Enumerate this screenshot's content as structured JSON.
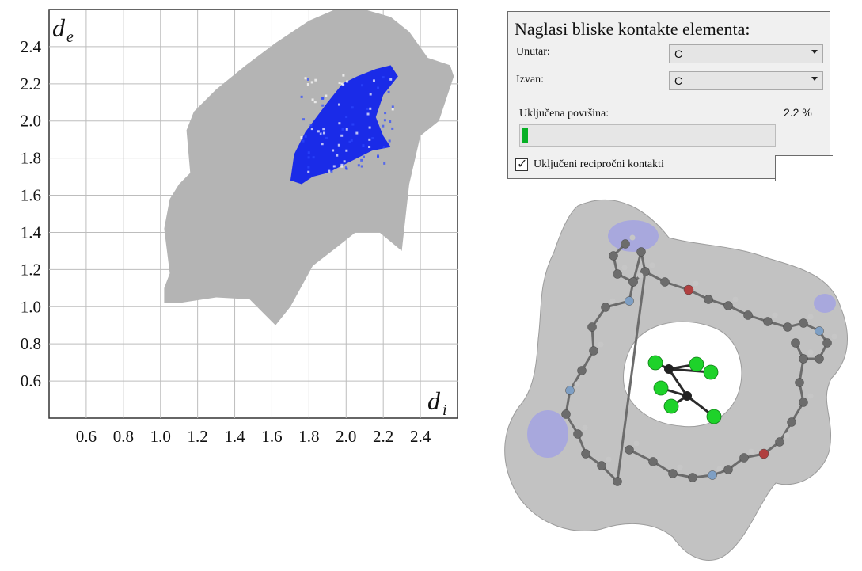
{
  "chart_data": {
    "type": "heatmap",
    "xlabel": "d",
    "xlabel_sub": "i",
    "ylabel": "d",
    "ylabel_sub": "e",
    "xlim": [
      0.4,
      2.6
    ],
    "ylim": [
      0.4,
      2.6
    ],
    "x_ticks": [
      "0.6",
      "0.8",
      "1.0",
      "1.2",
      "1.4",
      "1.6",
      "1.8",
      "2.0",
      "2.2",
      "2.4"
    ],
    "y_ticks": [
      "2.4",
      "2.2",
      "2.0",
      "1.8",
      "1.6",
      "1.4",
      "1.2",
      "1.0",
      "0.8",
      "0.6"
    ],
    "grid": true,
    "colors": {
      "full_fingerprint": "#b4b4b4",
      "highlight": "#1a2be8"
    },
    "full_region_polygon": [
      [
        1.02,
        1.02
      ],
      [
        1.02,
        1.1
      ],
      [
        1.05,
        1.18
      ],
      [
        1.02,
        1.42
      ],
      [
        1.05,
        1.58
      ],
      [
        1.1,
        1.66
      ],
      [
        1.16,
        1.72
      ],
      [
        1.14,
        1.95
      ],
      [
        1.18,
        2.05
      ],
      [
        1.3,
        2.17
      ],
      [
        1.46,
        2.3
      ],
      [
        1.62,
        2.42
      ],
      [
        1.8,
        2.54
      ],
      [
        1.94,
        2.6
      ],
      [
        2.1,
        2.6
      ],
      [
        2.24,
        2.56
      ],
      [
        2.34,
        2.48
      ],
      [
        2.44,
        2.34
      ],
      [
        2.56,
        2.3
      ],
      [
        2.58,
        2.24
      ],
      [
        2.5,
        2.0
      ],
      [
        2.4,
        1.92
      ],
      [
        2.34,
        1.66
      ],
      [
        2.3,
        1.3
      ],
      [
        2.18,
        1.4
      ],
      [
        2.05,
        1.4
      ],
      [
        1.95,
        1.32
      ],
      [
        1.82,
        1.22
      ],
      [
        1.7,
        1.0
      ],
      [
        1.62,
        0.9
      ],
      [
        1.56,
        0.96
      ],
      [
        1.48,
        1.04
      ],
      [
        1.3,
        1.05
      ],
      [
        1.1,
        1.02
      ]
    ],
    "highlight_region_polygon": [
      [
        1.7,
        1.68
      ],
      [
        1.72,
        1.82
      ],
      [
        1.78,
        1.94
      ],
      [
        1.9,
        2.1
      ],
      [
        1.98,
        2.2
      ],
      [
        2.06,
        2.24
      ],
      [
        2.16,
        2.28
      ],
      [
        2.24,
        2.3
      ],
      [
        2.28,
        2.24
      ],
      [
        2.2,
        2.14
      ],
      [
        2.16,
        2.02
      ],
      [
        2.2,
        1.92
      ],
      [
        2.24,
        1.86
      ],
      [
        2.14,
        1.84
      ],
      [
        2.06,
        1.8
      ],
      [
        1.98,
        1.76
      ],
      [
        1.9,
        1.72
      ],
      [
        1.82,
        1.7
      ],
      [
        1.76,
        1.66
      ]
    ]
  },
  "panel": {
    "title": "Naglasi bliske kontakte elementa:",
    "inside_label": "Unutar:",
    "inside_value": "C",
    "outside_label": "Izvan:",
    "outside_value": "C",
    "surface_label": "Uključena površina:",
    "surface_value": "2.2 %",
    "surface_fraction": 0.022,
    "reciprocal_label": "Uključeni recipročni kontakti",
    "reciprocal_checked": true
  },
  "molecule": {
    "colors": {
      "surface": "#c2c2c2",
      "carbon": "#6c6c6c",
      "hydrogen": "#c6c6c6",
      "oxygen": "#b04040",
      "nitrogen": "#7e9fc4",
      "chlorine": "#1ed22a",
      "tin": "#222222",
      "contact_patch": "#8a8aff"
    }
  }
}
